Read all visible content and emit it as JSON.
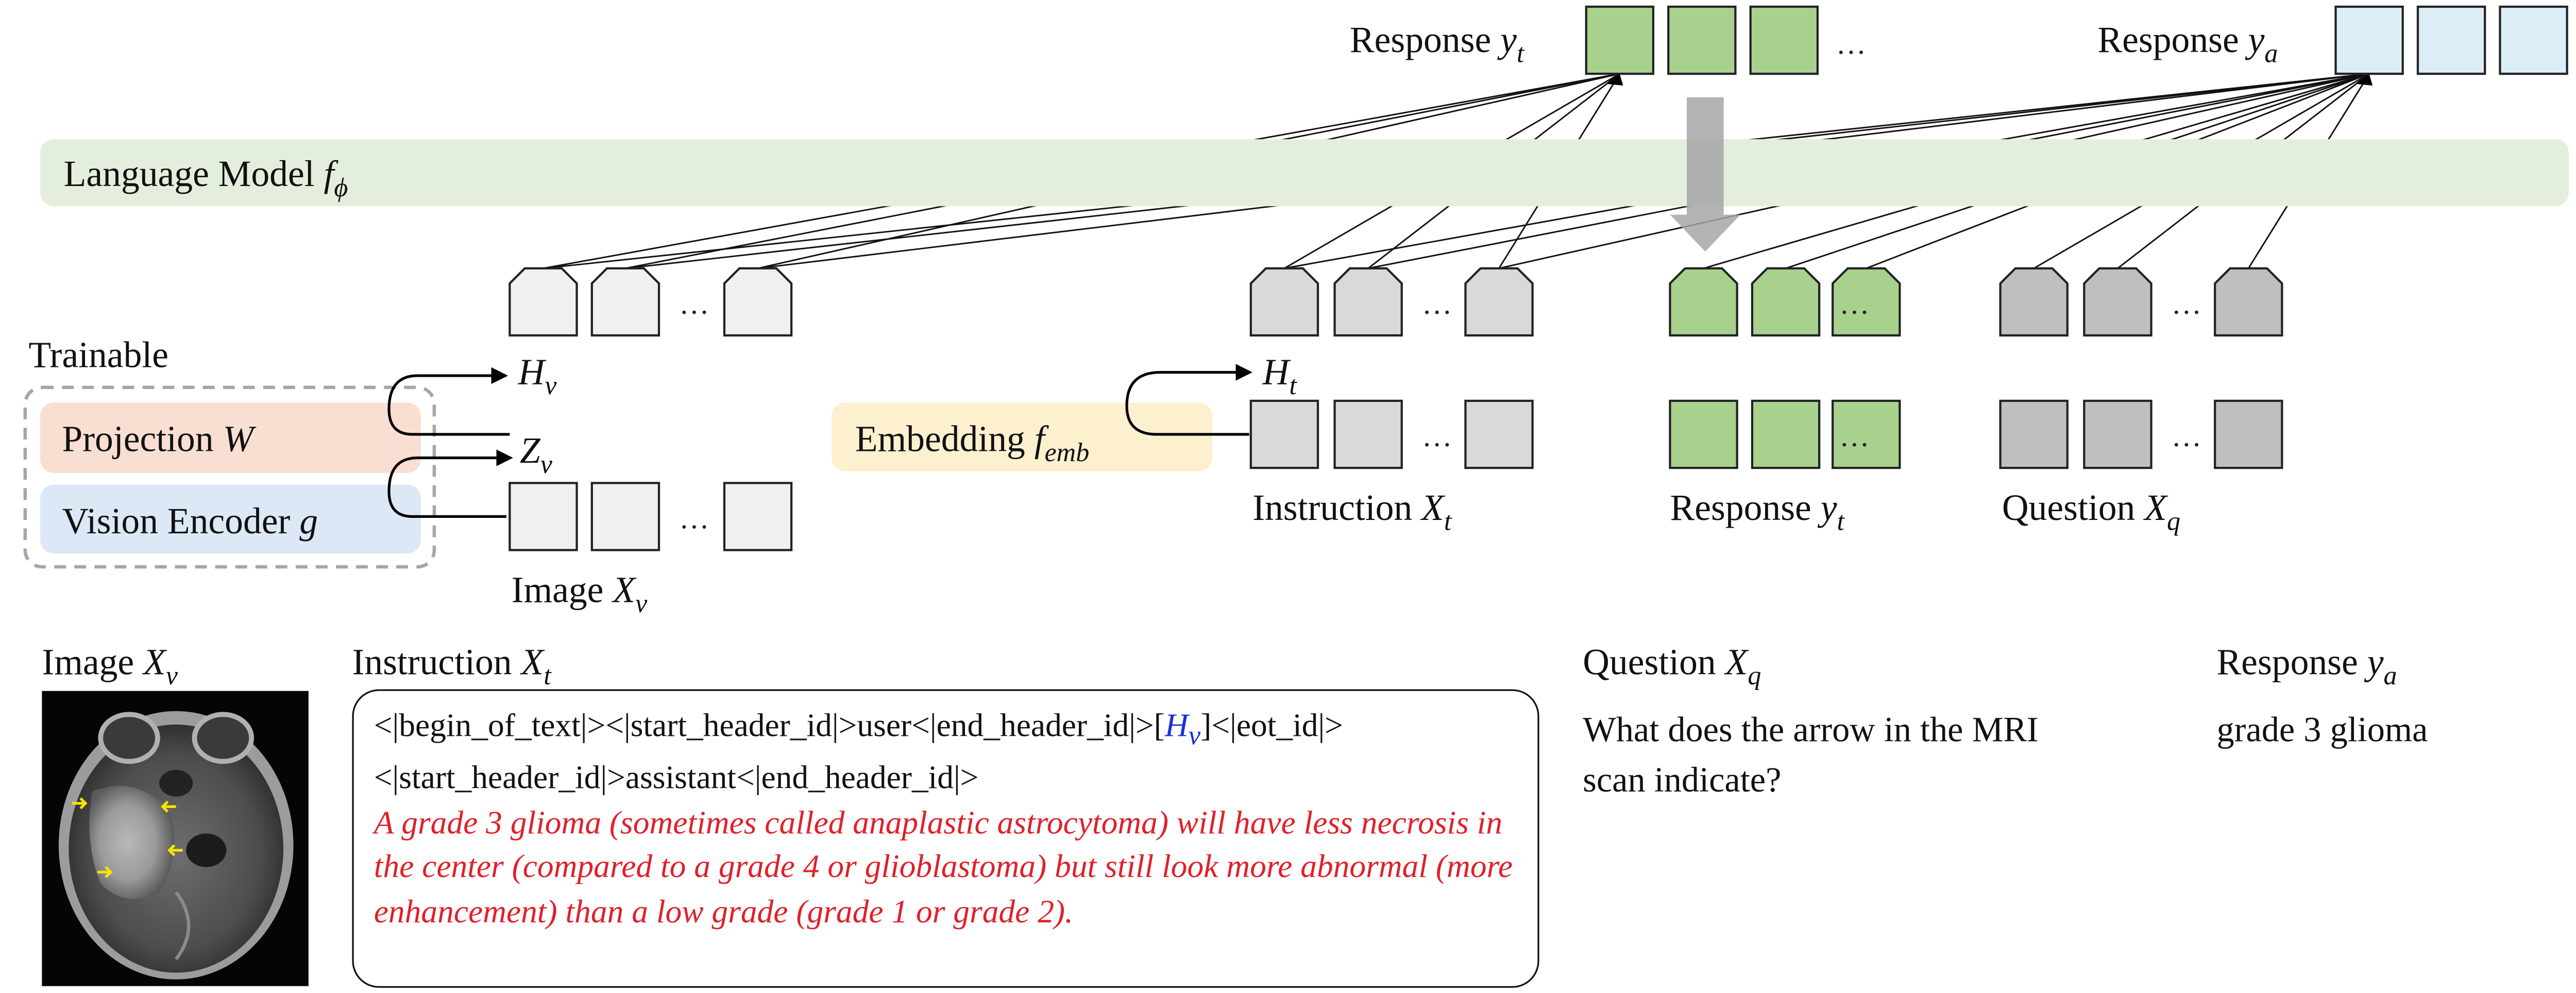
{
  "language_model": {
    "label": "Language Model ",
    "symbol": "f",
    "subscript": "ϕ",
    "color": "#e3efdc"
  },
  "trainable": {
    "label": "Trainable"
  },
  "projection": {
    "label": "Projection ",
    "symbol": "W",
    "color": "#f8dfd1"
  },
  "vision_encoder": {
    "label": "Vision Encoder ",
    "symbol": "g",
    "color": "#dce8f5"
  },
  "embedding": {
    "label": "Embedding ",
    "symbol": "f",
    "subscript": "emb",
    "color": "#fdf0cf"
  },
  "hv": {
    "symbol": "H",
    "subscript": "v",
    "color": "#1a2fd6"
  },
  "zv": {
    "symbol": "Z",
    "subscript": "v"
  },
  "ht": {
    "symbol": "H",
    "subscript": "t"
  },
  "token_groups": {
    "image": {
      "label": "Image ",
      "symbol": "X",
      "subscript": "v",
      "color": "#f0f0f0"
    },
    "instruction": {
      "label": "Instruction ",
      "symbol": "X",
      "subscript": "t",
      "color": "#d9d9d9"
    },
    "response_in": {
      "label": "Response ",
      "symbol": "y",
      "subscript": "t",
      "color": "#a9d18e"
    },
    "question": {
      "label": "Question ",
      "symbol": "X",
      "subscript": "q",
      "color": "#bfbfbf"
    },
    "dots": "…"
  },
  "outputs": {
    "response_t": {
      "label": "Response ",
      "symbol": "y",
      "subscript": "t",
      "color": "#a9d18e"
    },
    "response_a": {
      "label": "Response ",
      "symbol": "y",
      "subscript": "a",
      "color": "#dbeef8"
    },
    "dots": "…"
  },
  "bottom": {
    "image_label": {
      "label": "Image ",
      "symbol": "X",
      "subscript": "v"
    },
    "instruction_label": {
      "label": "Instruction ",
      "symbol": "X",
      "subscript": "t"
    },
    "question_label": {
      "label": "Question ",
      "symbol": "X",
      "subscript": "q"
    },
    "response_label": {
      "label": "Response ",
      "symbol": "y",
      "subscript": "a"
    },
    "instruction_line1_a": "<|begin_of_text|><|start_header_id|>user<|end_header_id|>[",
    "instruction_line1_hv": "H",
    "instruction_line1_hv_sub": "v",
    "instruction_line1_b": "]<|eot_id|>",
    "instruction_line2": "<|start_header_id|>assistant<|end_header_id|>",
    "instruction_red": "A grade 3 glioma (sometimes called anaplastic astrocytoma) will have less necrosis in the center (compared to a grade 4 or glioblastoma) but still look more abnormal (more enhancement) than a low grade (grade 1 or grade 2).",
    "question_text": "What does the arrow in the MRI scan indicate?",
    "response_text": "grade 3 glioma",
    "instruction_red_color": "#e0202a"
  }
}
